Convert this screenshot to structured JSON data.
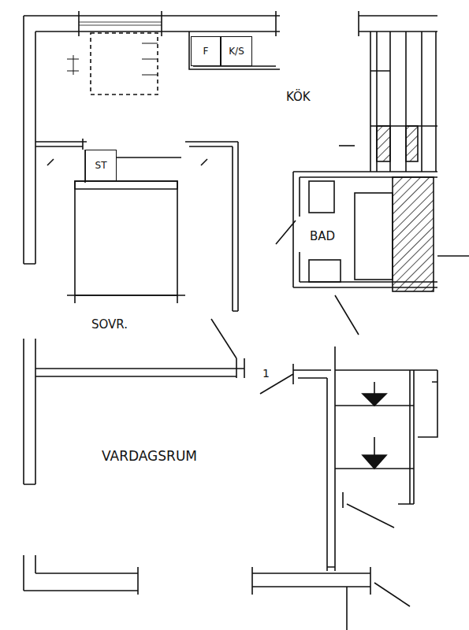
{
  "diagram": {
    "nodes": [
      {
        "text": [
          "F"
        ]
      },
      {
        "text": [
          "K/S"
        ]
      },
      {
        "text": [
          "ST"
        ]
      }
    ],
    "labels": [
      "KÖK",
      "BAD",
      "SOVR.",
      "VARDAGSRUM",
      "1"
    ]
  }
}
